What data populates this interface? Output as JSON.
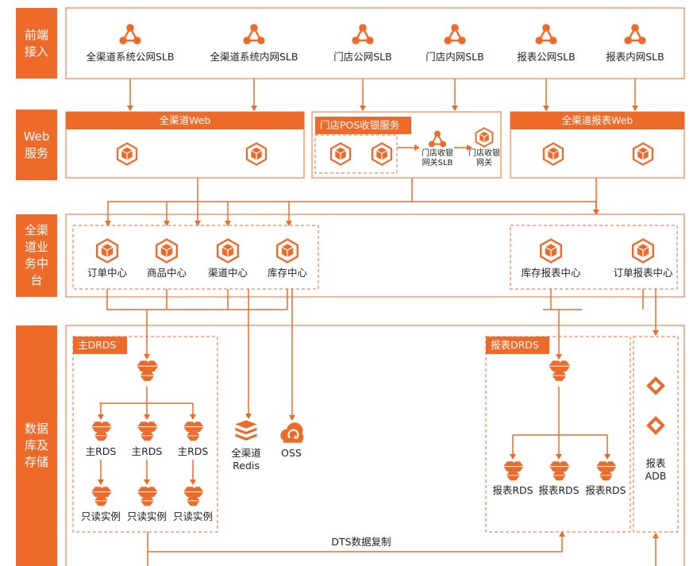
{
  "colors": {
    "accent": "#ee6a29",
    "text": "#222222",
    "background": "#ffffff"
  },
  "layers": {
    "frontend": "前端\n接入",
    "web": "Web\n服务",
    "midplatform": "全渠\n道业\n务中\n台",
    "storage": "数据\n库及\n存储"
  },
  "frontend": {
    "slbs": [
      "全渠道系统公网SLB",
      "全渠道系统内网SLB",
      "门店公网SLB",
      "门店内网SLB",
      "报表公网SLB",
      "报表内网SLB"
    ],
    "icon": "load-balancer-icon"
  },
  "web": {
    "omni_web": "全渠道Web",
    "pos_service": "门店POS收银服务",
    "pos_gateway_slb": "门店收银\n网关SLB",
    "pos_gateway": "门店收银\n网关",
    "report_web": "全渠道报表Web",
    "icon": "ecs-server-icon"
  },
  "midplatform": {
    "centers": [
      "订单中心",
      "商品中心",
      "渠道中心",
      "库存中心"
    ],
    "report_centers": [
      "库存报表中心",
      "订单报表中心"
    ]
  },
  "storage": {
    "main_drds": "主DRDS",
    "main_rds": [
      "主RDS",
      "主RDS",
      "主RDS"
    ],
    "readonly": [
      "只读实例",
      "只读实例",
      "只读实例"
    ],
    "redis": "全渠道\nRedis",
    "oss": "OSS",
    "report_drds": "报表DRDS",
    "report_rds": [
      "报表RDS",
      "报表RDS",
      "报表RDS"
    ],
    "adb": "报表\nADB",
    "dts": "DTS数据复制"
  }
}
